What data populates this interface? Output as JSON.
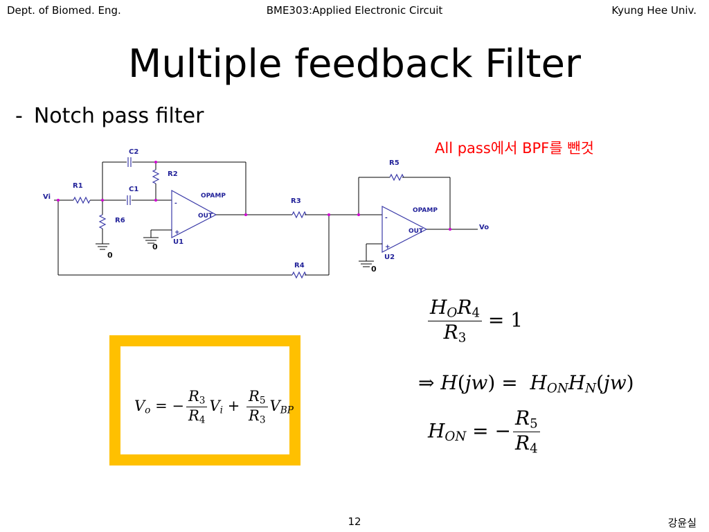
{
  "header": {
    "left": "Dept. of Biomed. Eng.",
    "center": "BME303:Applied Electronic Circuit",
    "right": "Kyung Hee Univ."
  },
  "title": "Multiple feedback Filter",
  "bullet": {
    "dash": "-",
    "text": "Notch pass filter"
  },
  "note": "All pass에서 BPF를 뺀것",
  "circuit": {
    "labels": {
      "vi": "Vi",
      "vo": "Vo",
      "c2": "C2",
      "c1": "C1",
      "r1": "R1",
      "r2": "R2",
      "r3": "R3",
      "r4": "R4",
      "r5": "R5",
      "r6": "R6",
      "opamp1": "OPAMP",
      "opamp2": "OPAMP",
      "u1": "U1",
      "u2": "U2",
      "out1": "OUT",
      "out2": "OUT",
      "minus": "-",
      "plus": "+",
      "gnd": "0"
    },
    "colors": {
      "component": "#222299",
      "node": "#d000d0",
      "wire": "#000000"
    }
  },
  "equations": {
    "boxed": "Vo = −(R3/R4)Vi + (R5/R3)VBP",
    "eq2": "HO R4 / R3 = 1",
    "eq3": "⇒ H(jw) = HON HN(jw)",
    "eq4": "HON = −R5/R4"
  },
  "box_color": "#ffc000",
  "page_number": "12",
  "author": "강윤실"
}
